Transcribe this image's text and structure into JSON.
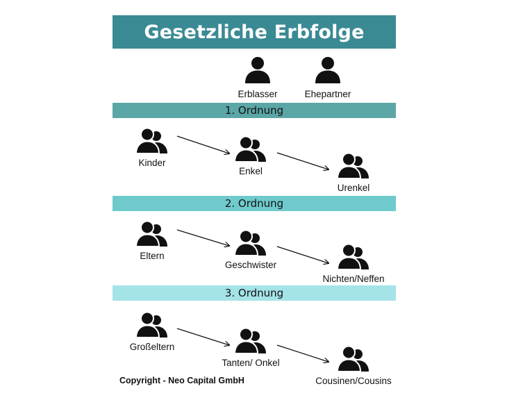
{
  "title": "Gesetzliche Erbfolge",
  "top_persons": [
    {
      "label": "Erblasser",
      "icon": "person-icon"
    },
    {
      "label": "Ehepartner",
      "icon": "person-icon"
    }
  ],
  "orders": [
    {
      "heading": "1. Ordnung",
      "color": "#5ba6a6",
      "steps": [
        "Kinder",
        "Enkel",
        "Urenkel"
      ]
    },
    {
      "heading": "2. Ordnung",
      "color": "#6fcacc",
      "steps": [
        "Eltern",
        "Geschwister",
        "Nichten/Neffen"
      ]
    },
    {
      "heading": "3. Ordnung",
      "color": "#a4e3e8",
      "steps": [
        "Großeltern",
        "Tanten/ Onkel",
        "Cousinen/Cousins"
      ]
    }
  ],
  "title_color": "#3a8a94",
  "group_icon": "people-group-icon",
  "copyright": "Copyright - Neo Capital GmbH"
}
